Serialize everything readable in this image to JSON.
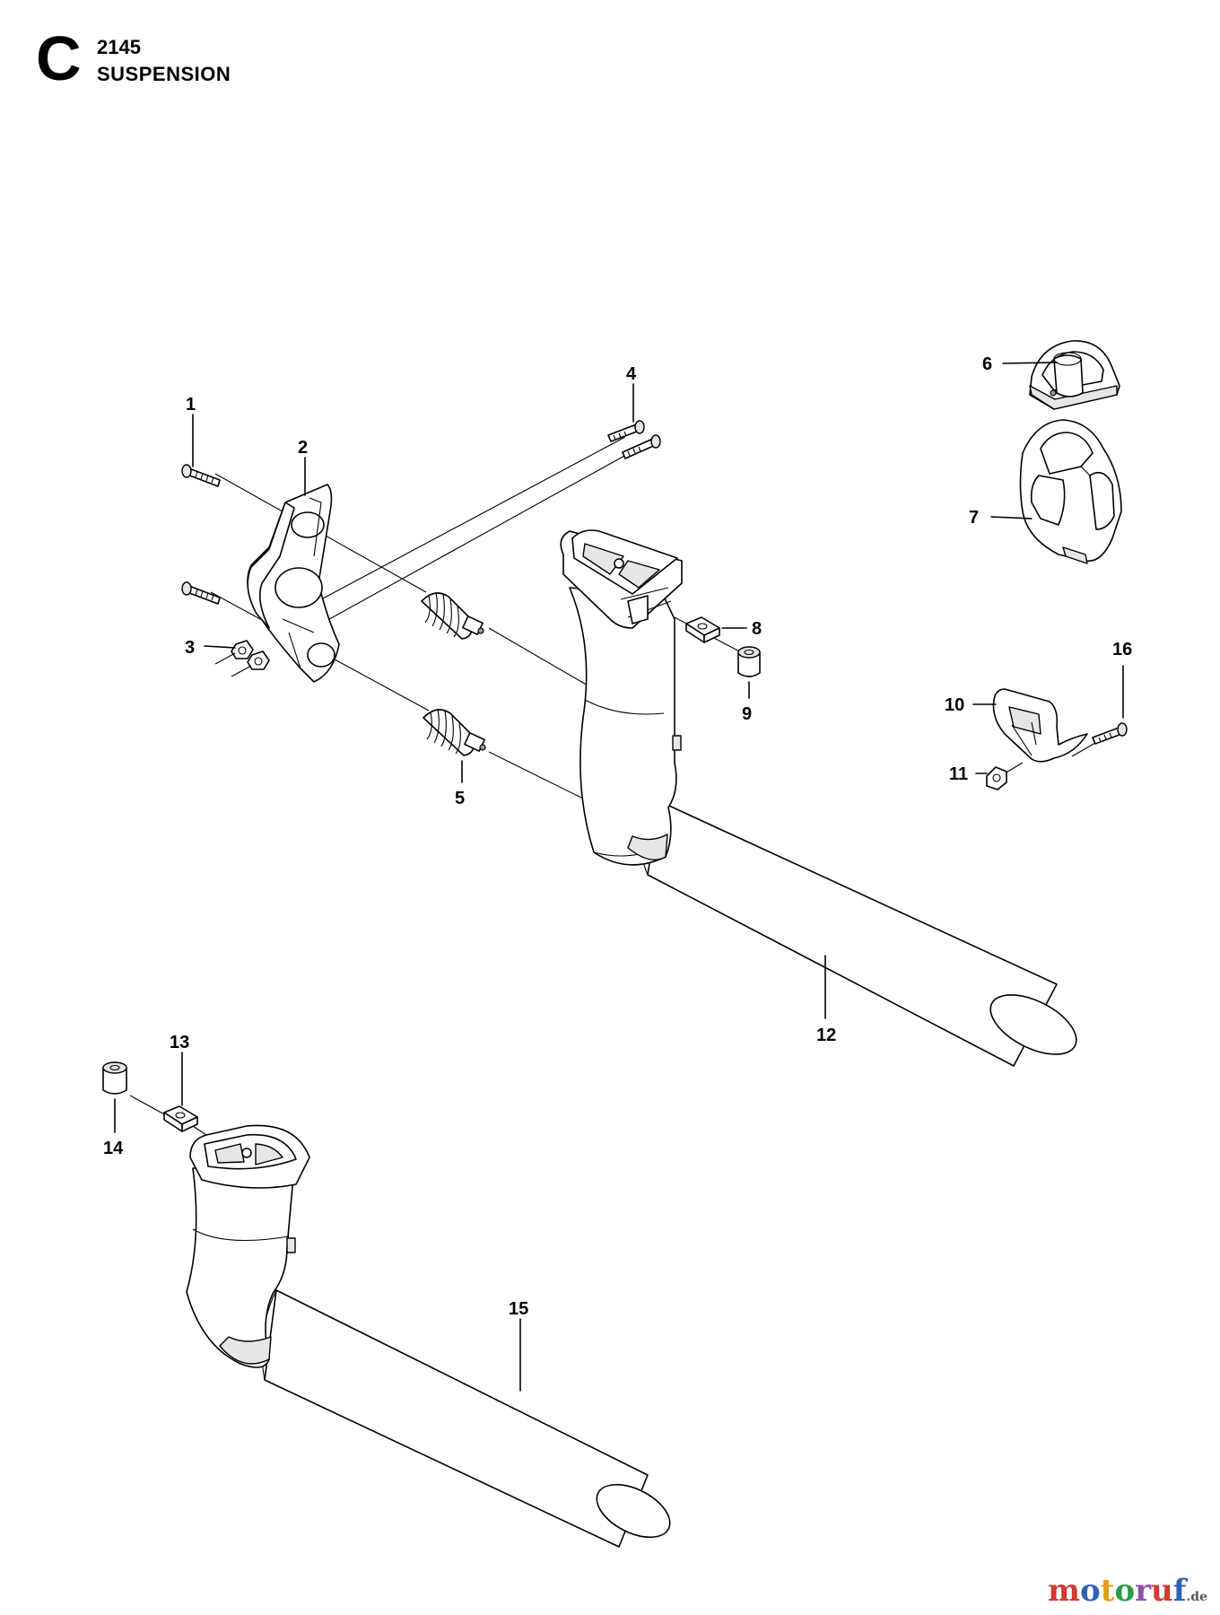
{
  "header": {
    "section_letter": "C",
    "model": "2145",
    "title": "SUSPENSION"
  },
  "parts": [
    {
      "number": "1"
    },
    {
      "number": "2"
    },
    {
      "number": "3"
    },
    {
      "number": "4"
    },
    {
      "number": "5"
    },
    {
      "number": "6"
    },
    {
      "number": "7"
    },
    {
      "number": "8"
    },
    {
      "number": "9"
    },
    {
      "number": "10"
    },
    {
      "number": "11"
    },
    {
      "number": "12"
    },
    {
      "number": "13"
    },
    {
      "number": "14"
    },
    {
      "number": "15"
    },
    {
      "number": "16"
    }
  ],
  "watermark": {
    "letters": [
      "m",
      "o",
      "t",
      "o",
      "r",
      "u",
      "f"
    ],
    "letter_colors": [
      "#d23b2e",
      "#2f62b5",
      "#e0a21b",
      "#2e9a47",
      "#8b4fb3",
      "#d23b2e",
      "#2f62b5"
    ],
    "suffix": ".de"
  }
}
